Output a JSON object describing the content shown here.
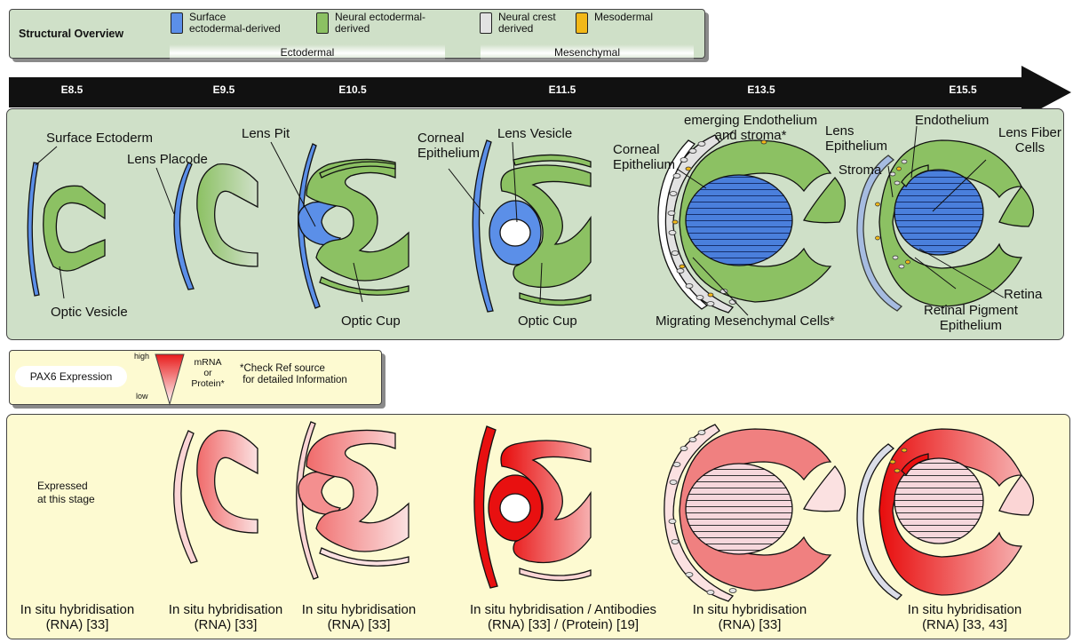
{
  "legend": {
    "title": "Structural Overview",
    "items": [
      {
        "label_line1": "Surface",
        "label_line2": "ectodermal-derived",
        "color": "#5b8fe8"
      },
      {
        "label_line1": "Neural ectodermal-",
        "label_line2": "derived",
        "color": "#8cc163"
      },
      {
        "label_line1": "Neural crest",
        "label_line2": "derived",
        "color": "#e2e2e2"
      },
      {
        "label_line1": "Mesodermal",
        "label_line2": "",
        "color": "#f2b818"
      }
    ],
    "groups": [
      "Ectodermal",
      "Mesenchymal"
    ]
  },
  "stages": [
    "E8.5",
    "E9.5",
    "E10.5",
    "E11.5",
    "E13.5",
    "E15.5"
  ],
  "structure_labels": {
    "surface_ectoderm": "Surface Ectoderm",
    "optic_vesicle": "Optic Vesicle",
    "lens_placode": "Lens Placode",
    "lens_pit": "Lens Pit",
    "optic_cup_1": "Optic Cup",
    "corneal_epithelium_1_l1": "Corneal",
    "corneal_epithelium_1_l2": "Epithelium",
    "lens_vesicle": "Lens Vesicle",
    "optic_cup_2": "Optic Cup",
    "emerging_l1": "emerging Endothelium",
    "emerging_l2": "and stroma*",
    "corneal_epithelium_2_l1": "Corneal",
    "corneal_epithelium_2_l2": "Epithelium",
    "migrating": "Migrating Mesenchymal Cells*",
    "lens_epithelium_l1": "Lens",
    "lens_epithelium_l2": "Epithelium",
    "endothelium": "Endothelium",
    "lens_fiber_l1": "Lens Fiber",
    "lens_fiber_l2": "Cells",
    "stroma": "Stroma",
    "retina": "Retina",
    "rpe_l1": "Retinal Pigment",
    "rpe_l2": "Epithelium"
  },
  "pax6": {
    "label": "PAX6 Expression",
    "high": "high",
    "low": "low",
    "measure_l1": "mRNA",
    "measure_l2": "or",
    "measure_l3": "Protein*",
    "note_l1": "*Check Ref source",
    "note_l2": "for detailed Information",
    "high_color": "#e81c1c",
    "low_color": "#ffffff"
  },
  "expression": {
    "stage_text_l1": "Expressed",
    "stage_text_l2": "at this stage",
    "methods": [
      {
        "l1": "In situ hybridisation",
        "l2": "(RNA) [33]"
      },
      {
        "l1": "In situ hybridisation",
        "l2": "(RNA) [33]"
      },
      {
        "l1": "In situ hybridisation",
        "l2": "(RNA) [33]"
      },
      {
        "l1": "In situ hybridisation / Antibodies",
        "l2": "(RNA) [33] / (Protein) [19]"
      },
      {
        "l1": "In situ hybridisation",
        "l2": "(RNA) [33]"
      },
      {
        "l1": "In situ hybridisation",
        "l2": "(RNA) [33, 43]"
      }
    ]
  },
  "colors": {
    "surface": "#5b8fe8",
    "neural": "#8cc163",
    "crest": "#e2e2e2",
    "meso": "#f2b818",
    "overview_bg": "#cfe0c8",
    "expression_bg": "#fdfad1"
  }
}
